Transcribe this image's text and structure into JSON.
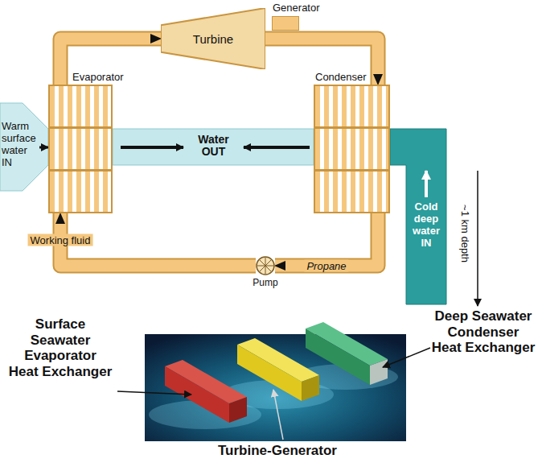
{
  "diagram": {
    "nodes": [
      {
        "text": [
          "Turbine"
        ]
      },
      {
        "text": [
          "Generator"
        ]
      },
      {
        "text": [
          "Evaporator"
        ]
      },
      {
        "text": [
          "Condenser"
        ]
      },
      {
        "text": [
          "Pump"
        ]
      }
    ],
    "edges": [
      {
        "from": 2,
        "to": 0,
        "arrow": "to"
      },
      {
        "from": 0,
        "to": 3,
        "arrow": "to"
      },
      {
        "from": 3,
        "to": 4,
        "arrow": "to",
        "label": "Propane"
      },
      {
        "from": 4,
        "to": 2,
        "arrow": "to",
        "label": "Working fluid"
      }
    ],
    "labels": [
      "Warm surface water IN",
      "Water OUT",
      "Cold deep water IN",
      "~1 km depth",
      "Surface Seawater Evaporator Heat Exchanger",
      "Turbine-Generator",
      "Deep Seawater Condenser Heat Exchanger"
    ]
  }
}
